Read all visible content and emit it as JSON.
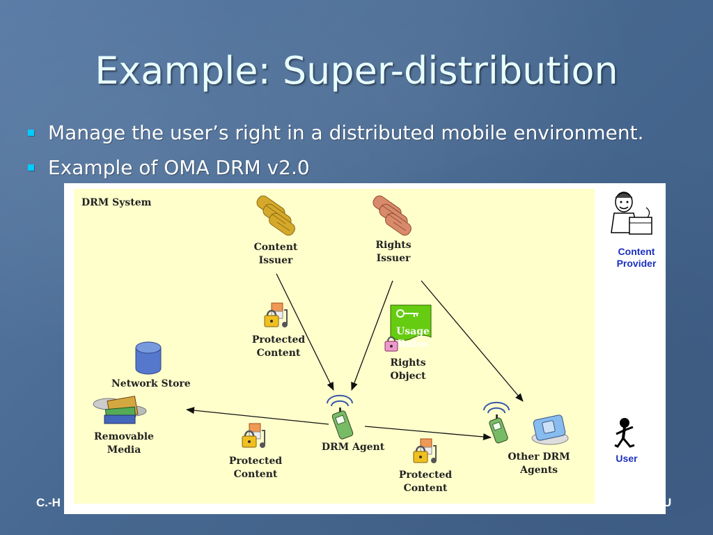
{
  "slide": {
    "title": "Example: Super-distribution",
    "bullets": [
      "Manage the user’s right in a distributed mobile environment.",
      "Example of OMA DRM v2.0"
    ],
    "footer_left": "C.-H",
    "footer_right": "U"
  },
  "diagram": {
    "system_label": "DRM System",
    "content_issuer": [
      "Content",
      "Issuer"
    ],
    "rights_issuer": [
      "Rights",
      "Issuer"
    ],
    "protected_content": [
      "Protected",
      "Content"
    ],
    "usage_rules": [
      "Usage",
      "Rules"
    ],
    "rights_object": [
      "Rights",
      "Object"
    ],
    "network_store": "Network Store",
    "removable_media": [
      "Removable",
      "Media"
    ],
    "drm_agent": "DRM Agent",
    "other_agents": [
      "Other DRM",
      "Agents"
    ],
    "content_provider": [
      "Content",
      "Provider"
    ],
    "user": "User"
  }
}
